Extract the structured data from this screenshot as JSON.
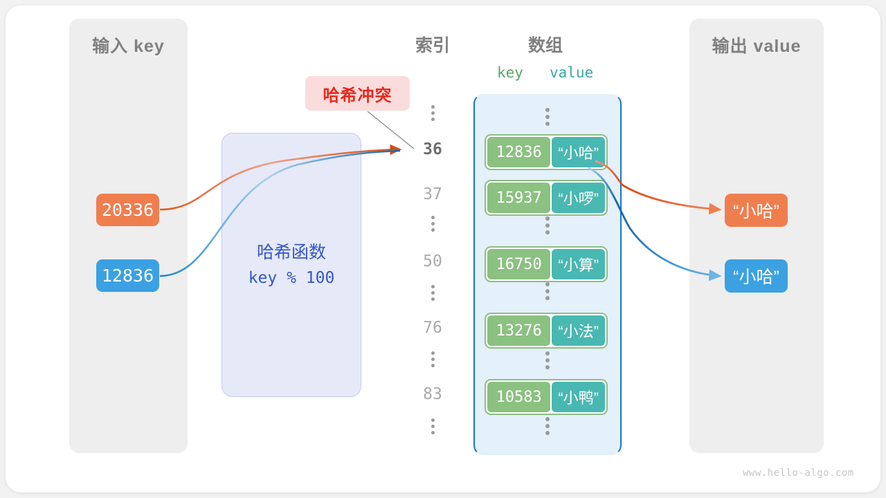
{
  "watermark": "www.hello-algo.com",
  "panels": {
    "input": {
      "title": "输入 key"
    },
    "output": {
      "title": "输出 value"
    }
  },
  "headings": {
    "index": "索引",
    "array": "数组",
    "key": "key",
    "value": "value"
  },
  "hash_function": {
    "title": "哈希函数",
    "expression": "key % 100"
  },
  "collision": {
    "label": "哈希冲突"
  },
  "inputs": [
    {
      "name": "input-key-orange",
      "value": "20336",
      "color": "#ef7e4f"
    },
    {
      "name": "input-key-blue",
      "value": "12836",
      "color": "#3ba1e3"
    }
  ],
  "outputs": [
    {
      "name": "output-value-orange",
      "value": "“小哈”",
      "color": "#ef7e4f"
    },
    {
      "name": "output-value-blue",
      "value": "“小哈”",
      "color": "#3ba1e3"
    }
  ],
  "index_column": [
    {
      "type": "dots"
    },
    {
      "type": "label",
      "text": "36",
      "active": true
    },
    {
      "type": "label",
      "text": "37",
      "active": false
    },
    {
      "type": "dots"
    },
    {
      "type": "label",
      "text": "50",
      "active": false
    },
    {
      "type": "dots"
    },
    {
      "type": "label",
      "text": "76",
      "active": false
    },
    {
      "type": "dots"
    },
    {
      "type": "label",
      "text": "83",
      "active": false
    },
    {
      "type": "dots"
    }
  ],
  "buckets": [
    {
      "key": "12836",
      "value": "“小哈”"
    },
    {
      "key": "15937",
      "value": "“小啰”"
    },
    {
      "key": "16750",
      "value": "“小算”"
    },
    {
      "key": "13276",
      "value": "“小法”"
    },
    {
      "key": "10583",
      "value": "“小鸭”"
    }
  ],
  "colors": {
    "page_background": "#f2f2f2",
    "card": "#ffffff",
    "panel": "#eeeeee",
    "hash_box_fill": "#e6e9f8",
    "hash_box_text": "#3656c8",
    "array_fill": "#e4f0fa",
    "array_border": "#1677c4",
    "key_cell": "#8bc181",
    "value_cell": "#49b8b2",
    "orange": "#ef7e4f",
    "blue": "#3ba1e3",
    "collision_text": "#e8291c",
    "collision_fill": "#fbdcdc",
    "heading_text": "#808080"
  }
}
